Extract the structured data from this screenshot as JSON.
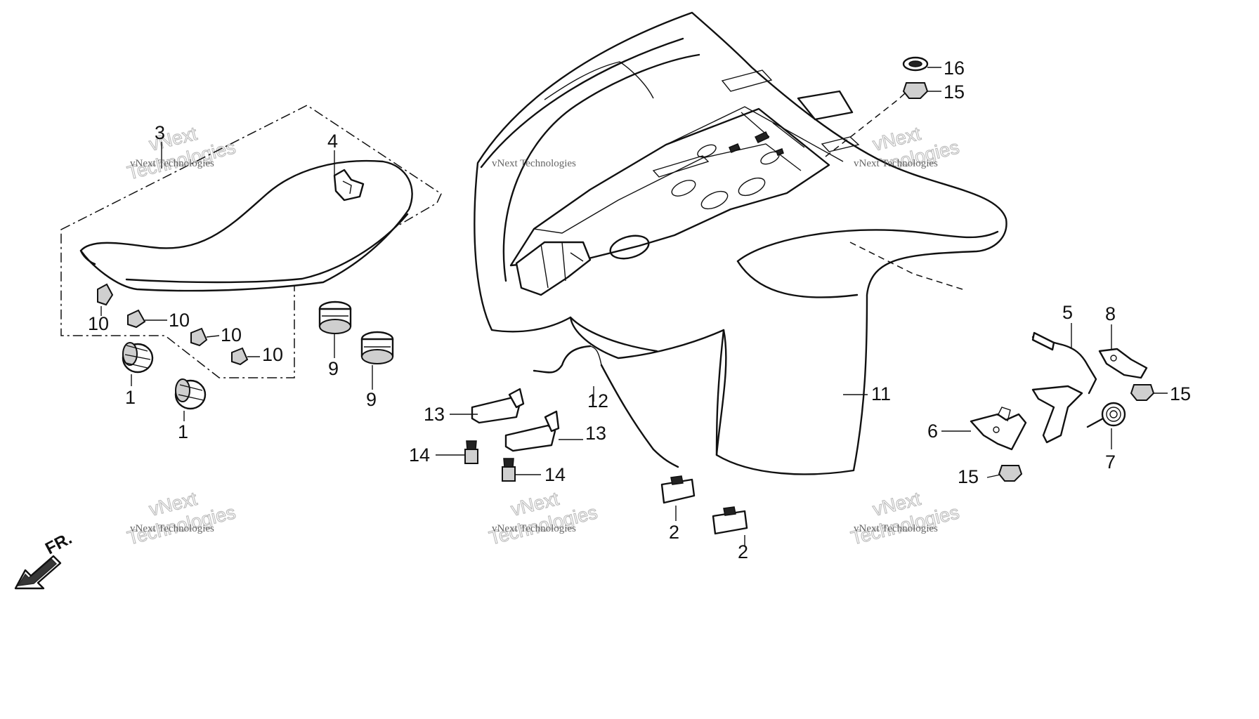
{
  "callouts": {
    "c1a": "1",
    "c1b": "1",
    "c2a": "2",
    "c2b": "2",
    "c3": "3",
    "c4": "4",
    "c5": "5",
    "c6": "6",
    "c7": "7",
    "c8": "8",
    "c9a": "9",
    "c9b": "9",
    "c10a": "10",
    "c10b": "10",
    "c10c": "10",
    "c10d": "10",
    "c11": "11",
    "c12": "12",
    "c13a": "13",
    "c13b": "13",
    "c14a": "14",
    "c14b": "14",
    "c15a": "15",
    "c15b": "15",
    "c15c": "15",
    "c16": "16"
  },
  "direction": {
    "label": "FR."
  },
  "watermark": {
    "small": "vNext Technologies",
    "large": "vNext\nTechnologies"
  }
}
